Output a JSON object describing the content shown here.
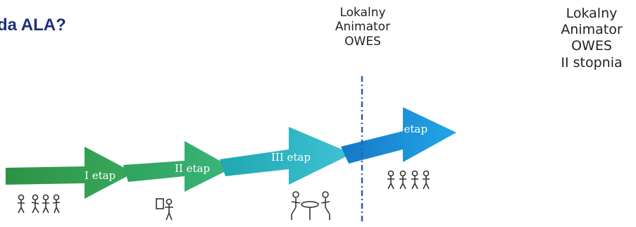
{
  "title": "da ALA?",
  "label_left": {
    "line1": "Lokalny",
    "line2": "Animator",
    "line3": "OWES"
  },
  "label_right": {
    "line1": "Lokalny",
    "line2": "Animator",
    "line3": "OWES",
    "line4": "II stopnia"
  },
  "stages": [
    {
      "label": "I etap",
      "color": "#2e9a52"
    },
    {
      "label": "II etap",
      "color": "#32a86a"
    },
    {
      "label": "III etap",
      "color": "#22aec2"
    },
    {
      "label": "IV etap",
      "color": "#1a8fd8"
    }
  ],
  "colors": {
    "title": "#1f2f78",
    "divider": "#2f5fa8"
  }
}
